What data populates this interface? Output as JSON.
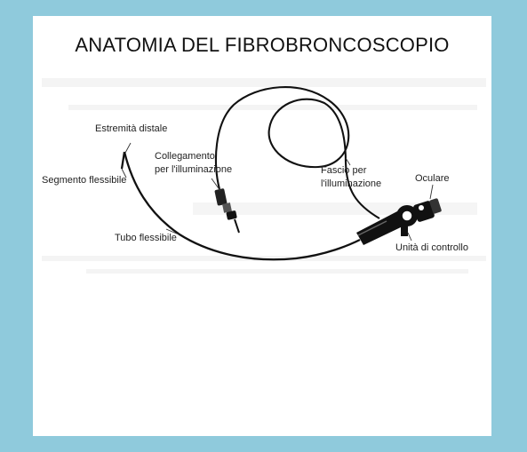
{
  "title": "ANATOMIA DEL FIBROBRONCOSCOPIO",
  "labels": {
    "estremita_distale": "Estremità distale",
    "segmento_flessibile": "Segmento flessibile",
    "collegamento_1": "Collegamento",
    "collegamento_2": "per l'illuminazione",
    "tubo_flessibile": "Tubo flessibile",
    "fascio_1": "Fascio per",
    "fascio_2": "l'illuminazione",
    "oculare": "Oculare",
    "unita_controllo": "Unità di controllo"
  },
  "colors": {
    "frame": "#8fcadc",
    "panel": "#ffffff",
    "ink": "#111111"
  }
}
